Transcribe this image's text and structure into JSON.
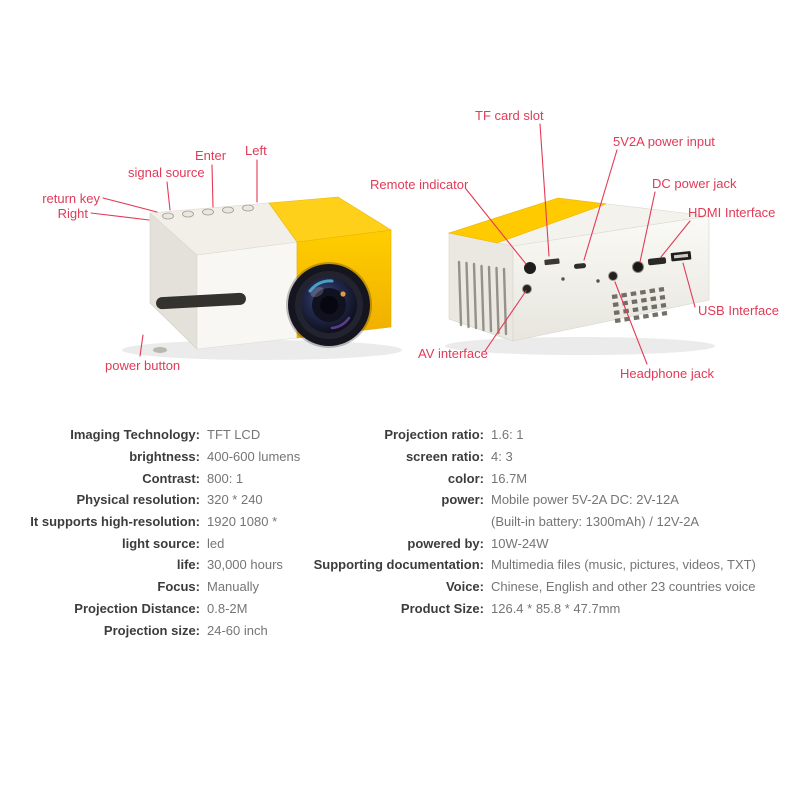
{
  "colors": {
    "accent_red": "#e23a57",
    "projector_yellow": "#ffc800"
  },
  "callouts": {
    "return_key": "return key",
    "right_key": "Right",
    "signal_source": "signal source",
    "enter_key": "Enter",
    "left_key": "Left",
    "power_button": "power button",
    "remote_indicator": "Remote indicator",
    "tf_card_slot": "TF card slot",
    "power_input": "5V2A power input",
    "dc_power_jack": "DC power jack",
    "hdmi_interface": "HDMI Interface",
    "usb_interface": "USB Interface",
    "headphone_jack": "Headphone jack",
    "av_interface": "AV interface"
  },
  "specs": {
    "rows": [
      {
        "ll": "Imaging Technology:",
        "lv": "TFT LCD",
        "rl": "Projection ratio:",
        "rv": "1.6: 1"
      },
      {
        "ll": "brightness:",
        "lv": "400-600 lumens",
        "rl": "screen ratio:",
        "rv": "4: 3"
      },
      {
        "ll": "Contrast:",
        "lv": "800: 1",
        "rl": "color:",
        "rv": "16.7M"
      },
      {
        "ll": "Physical resolution:",
        "lv": "320 * 240",
        "rl": "power:",
        "rv": "Mobile power 5V-2A DC: 2V-12A"
      },
      {
        "ll": "It supports high-resolution:",
        "lv": "1920 1080 *",
        "rl": "",
        "rv": "(Built-in battery: 1300mAh) / 12V-2A"
      },
      {
        "ll": "light source:",
        "lv": "led",
        "rl": "powered by:",
        "rv": "10W-24W"
      },
      {
        "ll": "life:",
        "lv": "30,000 hours",
        "rl": "Supporting documentation:",
        "rv": "Multimedia files (music, pictures, videos, TXT)"
      },
      {
        "ll": "Focus:",
        "lv": "Manually",
        "rl": "Voice:",
        "rv": "Chinese, English and other 23 countries voice"
      },
      {
        "ll": "Projection Distance:",
        "lv": "0.8-2M",
        "rl": "Product Size:",
        "rv": "126.4 * 85.8 * 47.7mm"
      },
      {
        "ll": "Projection size:",
        "lv": "24-60 inch",
        "rl": "",
        "rv": ""
      }
    ]
  }
}
